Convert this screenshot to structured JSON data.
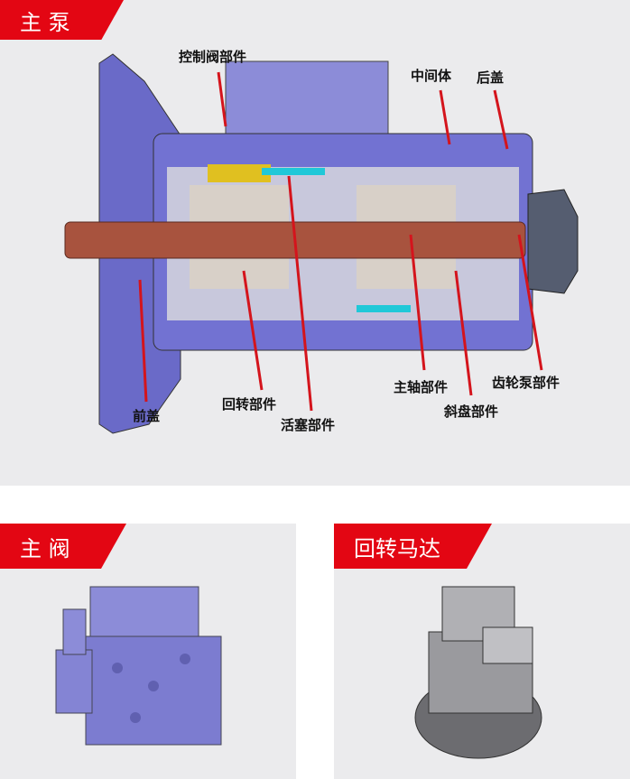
{
  "main_pump": {
    "title": "主 泵",
    "labels": {
      "control_valve": "控制阀部件",
      "middle_body": "中间体",
      "rear_cover": "后盖",
      "gear_pump": "齿轮泵部件",
      "main_shaft": "主轴部件",
      "swash_plate": "斜盘部件",
      "piston": "活塞部件",
      "rotary": "回转部件",
      "front_cover": "前盖"
    }
  },
  "main_valve": {
    "title": "主 阀"
  },
  "swing_motor": {
    "title": "回转马达"
  },
  "colors": {
    "accent": "#e30613",
    "panel": "#ebebed",
    "housing": "#6f6fd0",
    "shaft": "#a8533e",
    "leader": "#d4141c"
  }
}
